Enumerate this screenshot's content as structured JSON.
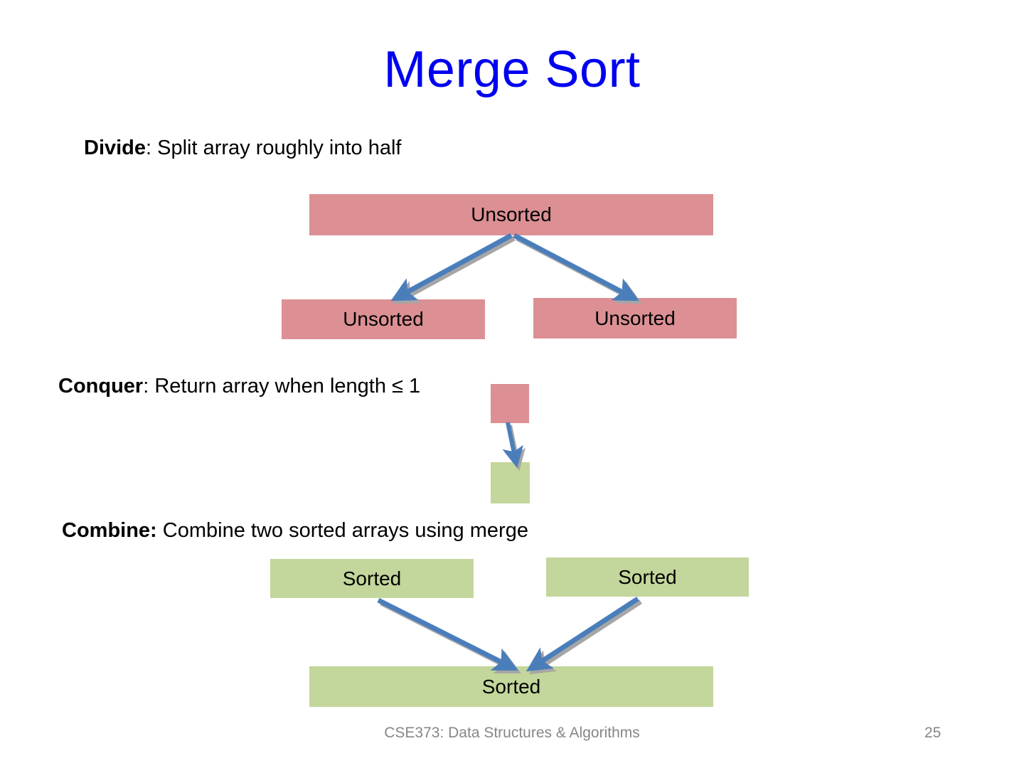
{
  "slide": {
    "title": "Merge Sort",
    "title_color": "#0000f0",
    "background": "#ffffff",
    "footer": "CSE373: Data Structures & Algorithms",
    "slide_number": "25",
    "footer_color": "#868686"
  },
  "bullets": {
    "divide": {
      "lead": "Divide",
      "rest": ": Split array roughly into half"
    },
    "conquer": {
      "lead": "Conquer",
      "rest": ": Return array when length ≤ 1"
    },
    "combine": {
      "lead": "Combine:",
      "rest": " Combine two sorted arrays using merge"
    }
  },
  "colors": {
    "unsorted_fill": "#dc9094",
    "sorted_fill": "#c3d69b",
    "arrow_stroke": "#4a7ebb",
    "arrow_shadow": "#a6a6a6"
  },
  "diagram": {
    "divide": {
      "parent_label": "Unsorted",
      "left_label": "Unsorted",
      "right_label": "Unsorted"
    },
    "conquer": {
      "input_label": "",
      "output_label": ""
    },
    "combine": {
      "left_label": "Sorted",
      "right_label": "Sorted",
      "result_label": "Sorted"
    }
  }
}
